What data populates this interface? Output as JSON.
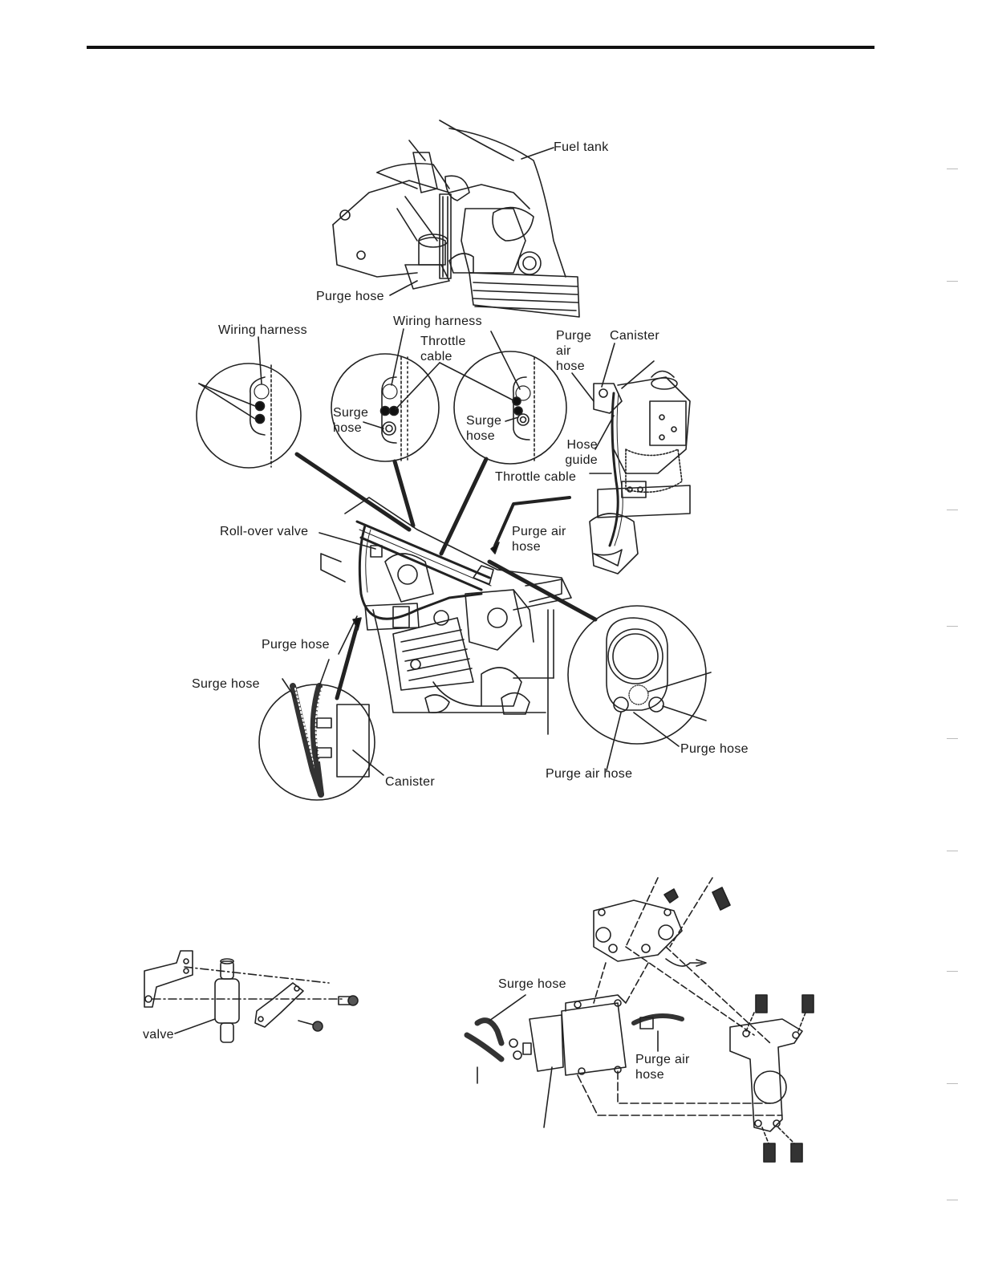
{
  "labels": {
    "fuel_tank": "Fuel tank",
    "purge_hose_top": "Purge hose",
    "wiring_harness_left": "Wiring harness",
    "wiring_harness_mid": "Wiring harness",
    "throttle_cable_mid": "Throttle cable",
    "surge_hose_c2": "Surge hose",
    "surge_hose_c3": "Surge hose",
    "purge_air_hose_right": "Purge air hose",
    "canister_right": "Canister",
    "hose_guide": "Hose guide",
    "throttle_cable_right": "Throttle cable",
    "purge_air_hose_mid": "Purge air hose",
    "roll_over_valve": "Roll-over valve",
    "purge_hose_lower": "Purge hose",
    "surge_hose_lower": "Surge hose",
    "canister_lower": "Canister",
    "purge_air_hose_bottom": "Purge air hose",
    "purge_hose_circle": "Purge hose",
    "valve": "valve",
    "surge_hose_exploded": "Surge hose",
    "purge_air_hose_exploded": "Purge air hose"
  }
}
